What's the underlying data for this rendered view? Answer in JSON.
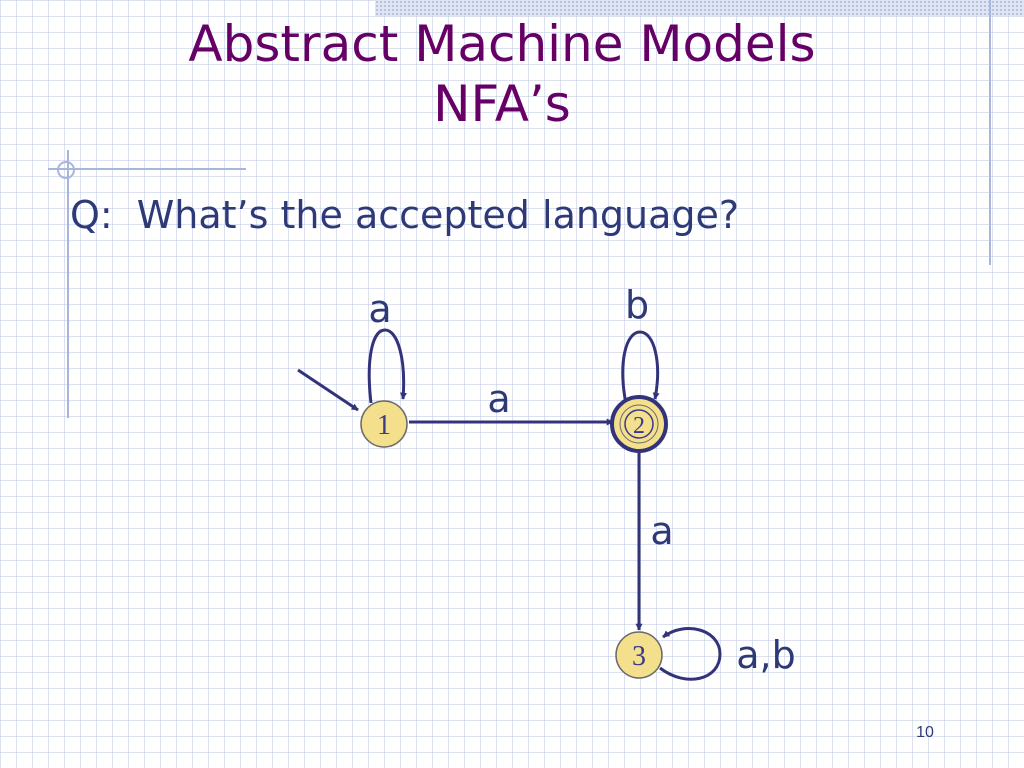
{
  "slide": {
    "title_line1": "Abstract Machine Models",
    "title_line2": "NFA’s",
    "question_prefix": "Q:",
    "question_text": "What’s the accepted language?",
    "slide_number": "10"
  },
  "diagram": {
    "states": [
      {
        "id": "1",
        "label": "1",
        "start": true,
        "accepting": false
      },
      {
        "id": "2",
        "label": "2",
        "start": false,
        "accepting": true
      },
      {
        "id": "3",
        "label": "3",
        "start": false,
        "accepting": false
      }
    ],
    "transitions": [
      {
        "from": "1",
        "to": "1",
        "label": "a"
      },
      {
        "from": "1",
        "to": "2",
        "label": "a"
      },
      {
        "from": "2",
        "to": "2",
        "label": "b"
      },
      {
        "from": "2",
        "to": "3",
        "label": "a"
      },
      {
        "from": "3",
        "to": "3",
        "label": "a,b"
      }
    ]
  },
  "colors": {
    "title": "#660066",
    "text": "#2e3a78",
    "edge": "#33337a",
    "state_fill": "#f3df8c",
    "state_stroke": "#6a6a6a"
  }
}
